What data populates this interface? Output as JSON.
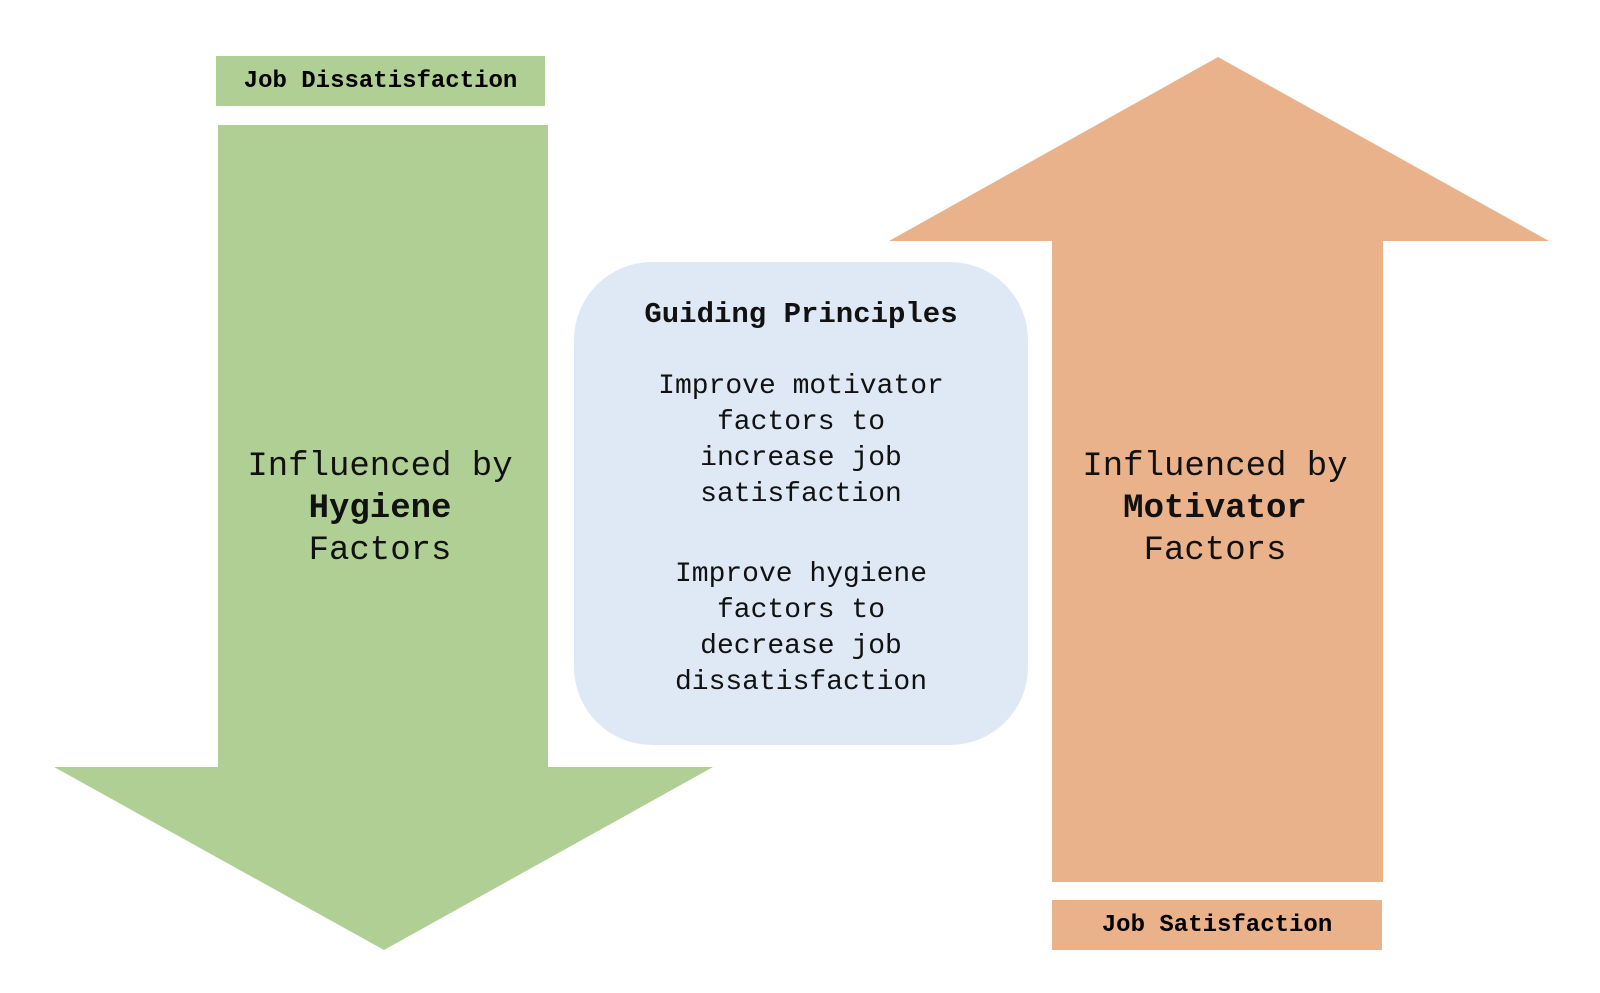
{
  "colors": {
    "hygiene_green": "#b0cf94",
    "motivator_orange": "#eab28a",
    "principles_blue": "#dfe9f5",
    "background": "#ffffff"
  },
  "hygiene": {
    "label": "Job Dissatisfaction",
    "text_line1": "Influenced by",
    "text_strong": "Hygiene",
    "text_line3": "Factors",
    "arrow_direction": "down"
  },
  "motivator": {
    "label": "Job Satisfaction",
    "text_line1": "Influenced by",
    "text_strong": "Motivator",
    "text_line3": "Factors",
    "arrow_direction": "up"
  },
  "principles": {
    "title": "Guiding Principles",
    "item1_lines": [
      "Improve motivator",
      "factors to",
      "increase job",
      "satisfaction"
    ],
    "item2_lines": [
      "Improve hygiene",
      "factors to",
      "decrease job",
      "dissatisfaction"
    ]
  }
}
